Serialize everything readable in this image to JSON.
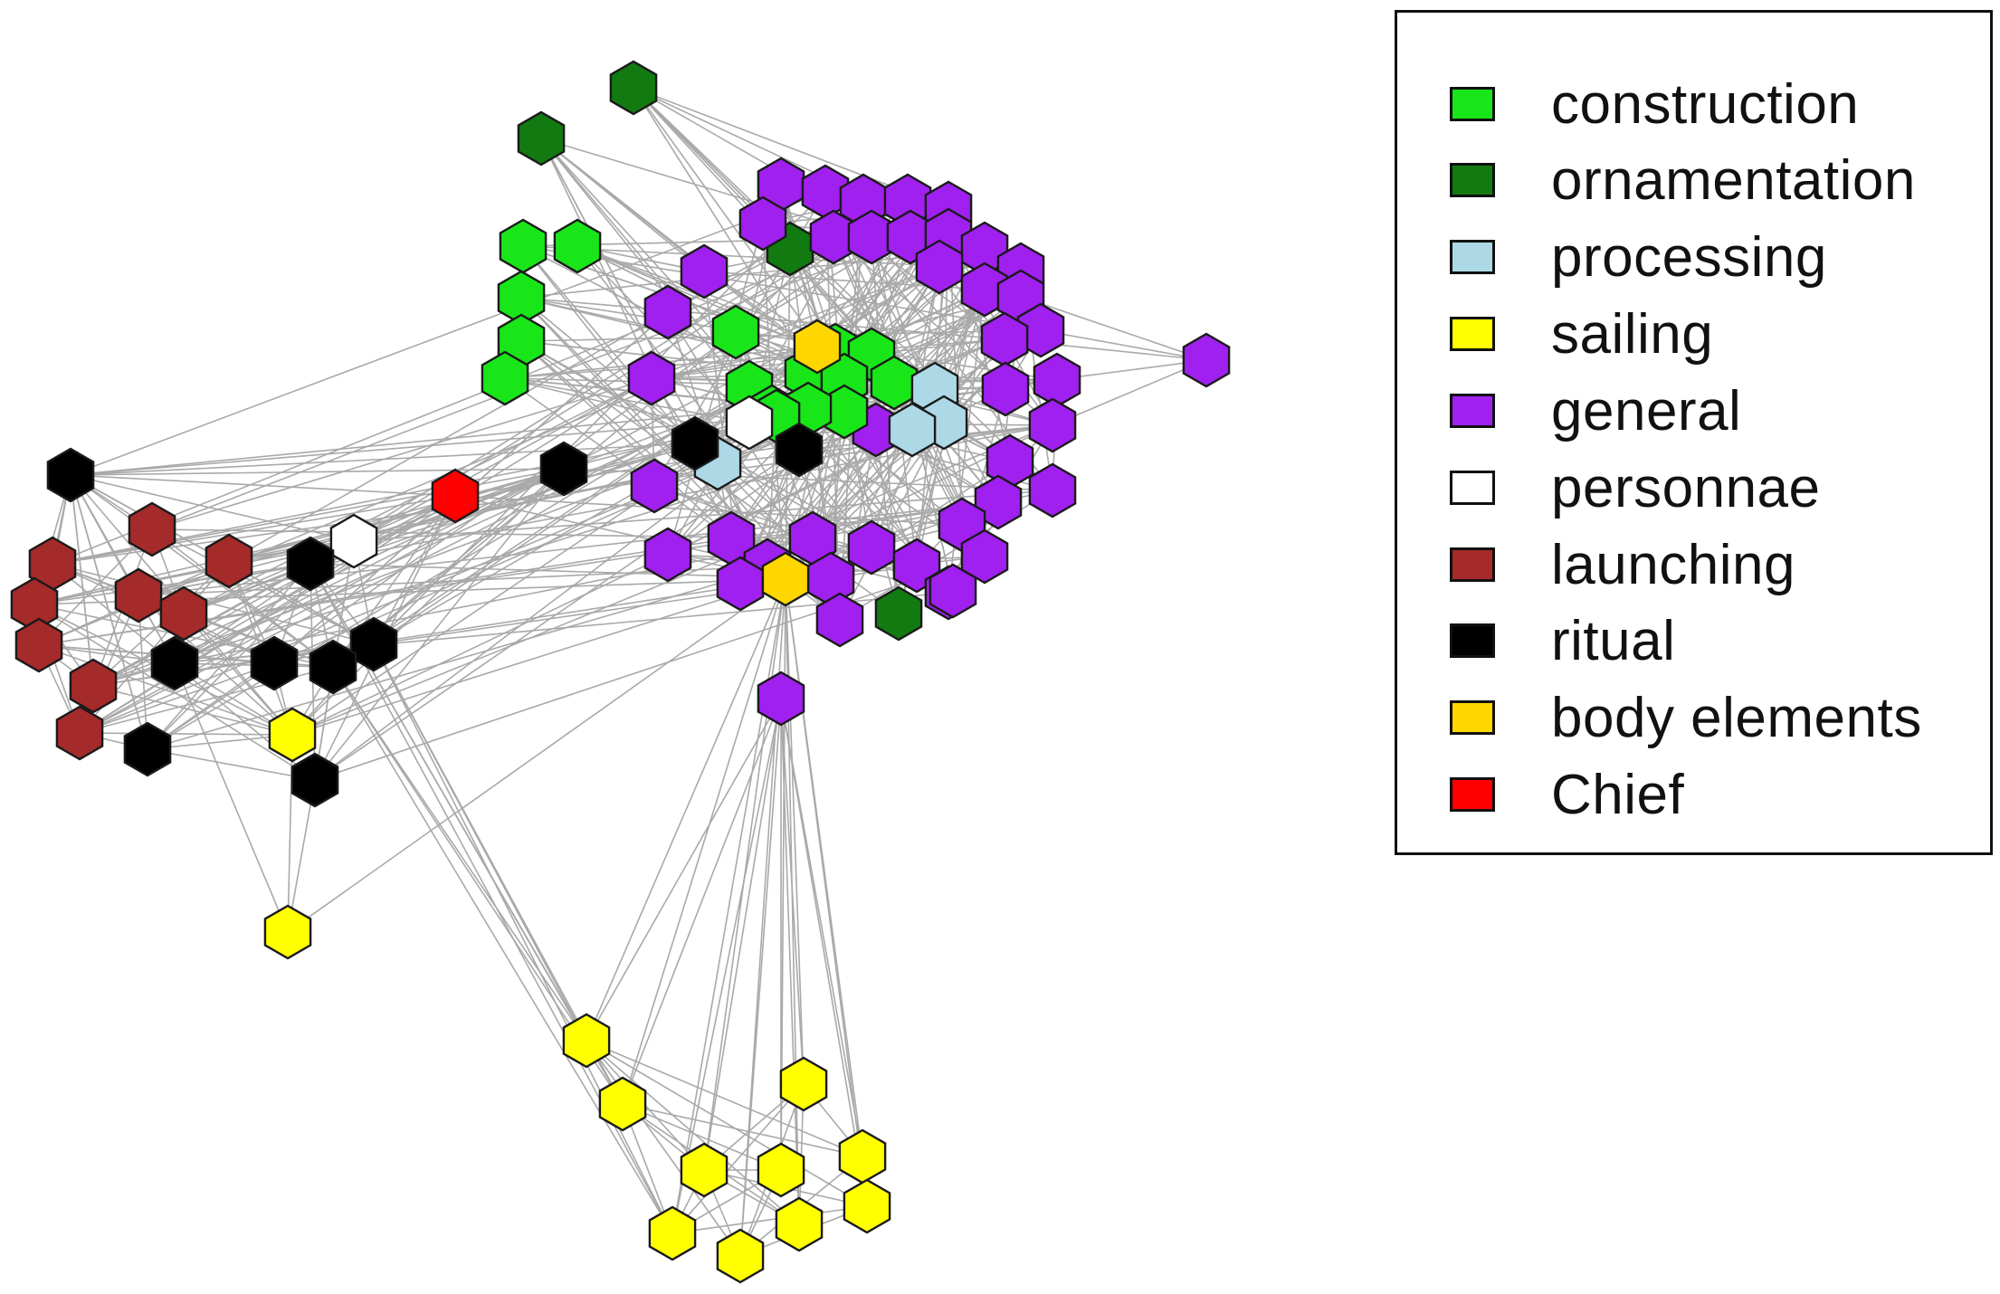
{
  "legend": {
    "items": [
      {
        "key": "construction",
        "label": "construction",
        "color": "#19e619"
      },
      {
        "key": "ornamentation",
        "label": "ornamentation",
        "color": "#117a11"
      },
      {
        "key": "processing",
        "label": "processing",
        "color": "#add8e6"
      },
      {
        "key": "sailing",
        "label": "sailing",
        "color": "#ffff00"
      },
      {
        "key": "general",
        "label": "general",
        "color": "#a020f0"
      },
      {
        "key": "personnae",
        "label": "personnae",
        "color": "#ffffff"
      },
      {
        "key": "launching",
        "label": "launching",
        "color": "#a52a2a"
      },
      {
        "key": "ritual",
        "label": "ritual",
        "color": "#000000"
      },
      {
        "key": "body elements",
        "label": "body elements",
        "color": "#ffd700"
      },
      {
        "key": "Chief",
        "label": "Chief",
        "color": "#ff0000"
      }
    ]
  }
}
